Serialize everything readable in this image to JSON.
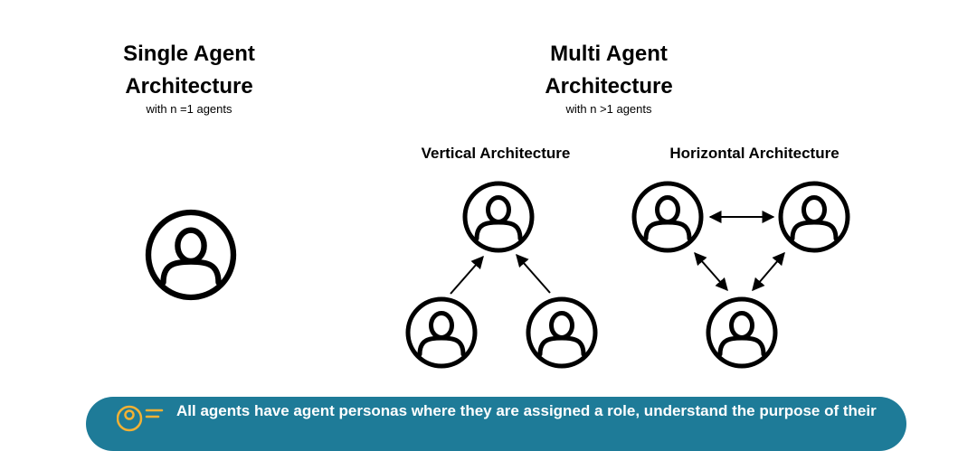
{
  "single": {
    "title_line1": "Single Agent",
    "title_line2": "Architecture",
    "subtitle": "with n =1 agents"
  },
  "multi": {
    "title_line1": "Multi Agent",
    "title_line2": "Architecture",
    "subtitle": "with n >1 agents",
    "vertical_title": "Vertical Architecture",
    "horizontal_title": "Horizontal Architecture"
  },
  "banner": {
    "text": "All agents have agent personas where they are assigned a role, understand the purpose of their",
    "icon": "persona-icon",
    "color": "#1e7b98",
    "icon_color": "#f2b134"
  },
  "icons": {
    "agent": "user-avatar-icon"
  }
}
